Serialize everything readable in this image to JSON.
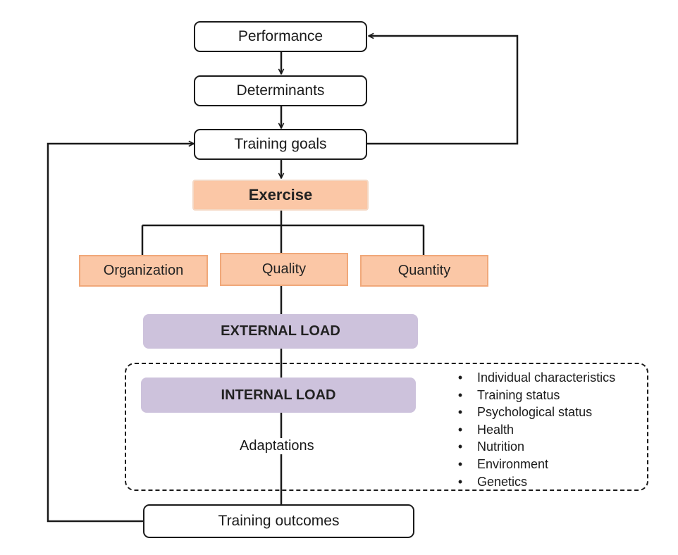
{
  "nodes": {
    "performance": "Performance",
    "determinants": "Determinants",
    "training_goals": "Training goals",
    "exercise": "Exercise",
    "organization": "Organization",
    "quality": "Quality",
    "quantity": "Quantity",
    "external_load": "EXTERNAL LOAD",
    "internal_load": "INTERNAL LOAD",
    "adaptations": "Adaptations",
    "training_outcomes": "Training outcomes"
  },
  "factors": [
    "Individual characteristics",
    "Training status",
    "Psychological status",
    "Health",
    "Nutrition",
    "Environment",
    "Genetics"
  ],
  "bullet": "•",
  "colors": {
    "line": "#1a1a1a",
    "orange_fill": "#fbc7a6",
    "orange_border": "#f0a87a",
    "purple_fill": "#cdc2dc"
  }
}
